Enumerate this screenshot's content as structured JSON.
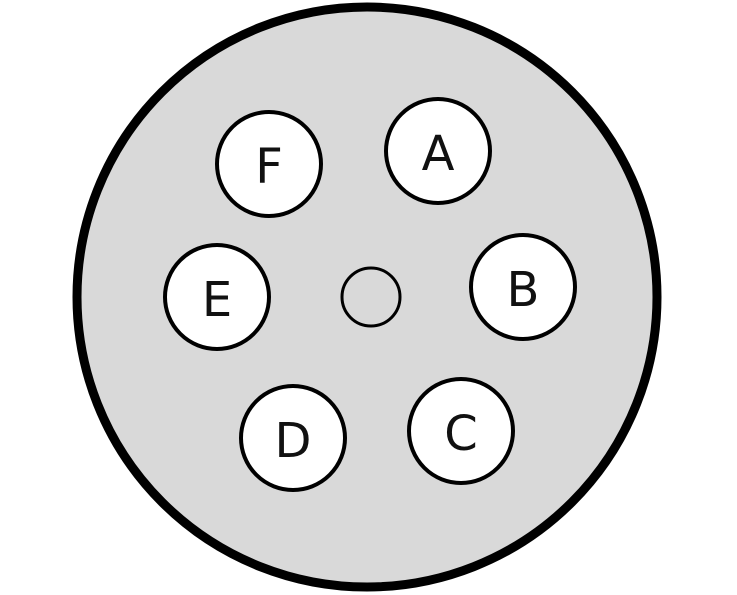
{
  "connector": {
    "body_fill": "#d9d9d9",
    "outline_color": "#000000",
    "pin_fill": "#ffffff",
    "pins": [
      {
        "id": "pin-a",
        "label": "A"
      },
      {
        "id": "pin-b",
        "label": "B"
      },
      {
        "id": "pin-c",
        "label": "C"
      },
      {
        "id": "pin-d",
        "label": "D"
      },
      {
        "id": "pin-e",
        "label": "E"
      },
      {
        "id": "pin-f",
        "label": "F"
      }
    ]
  }
}
